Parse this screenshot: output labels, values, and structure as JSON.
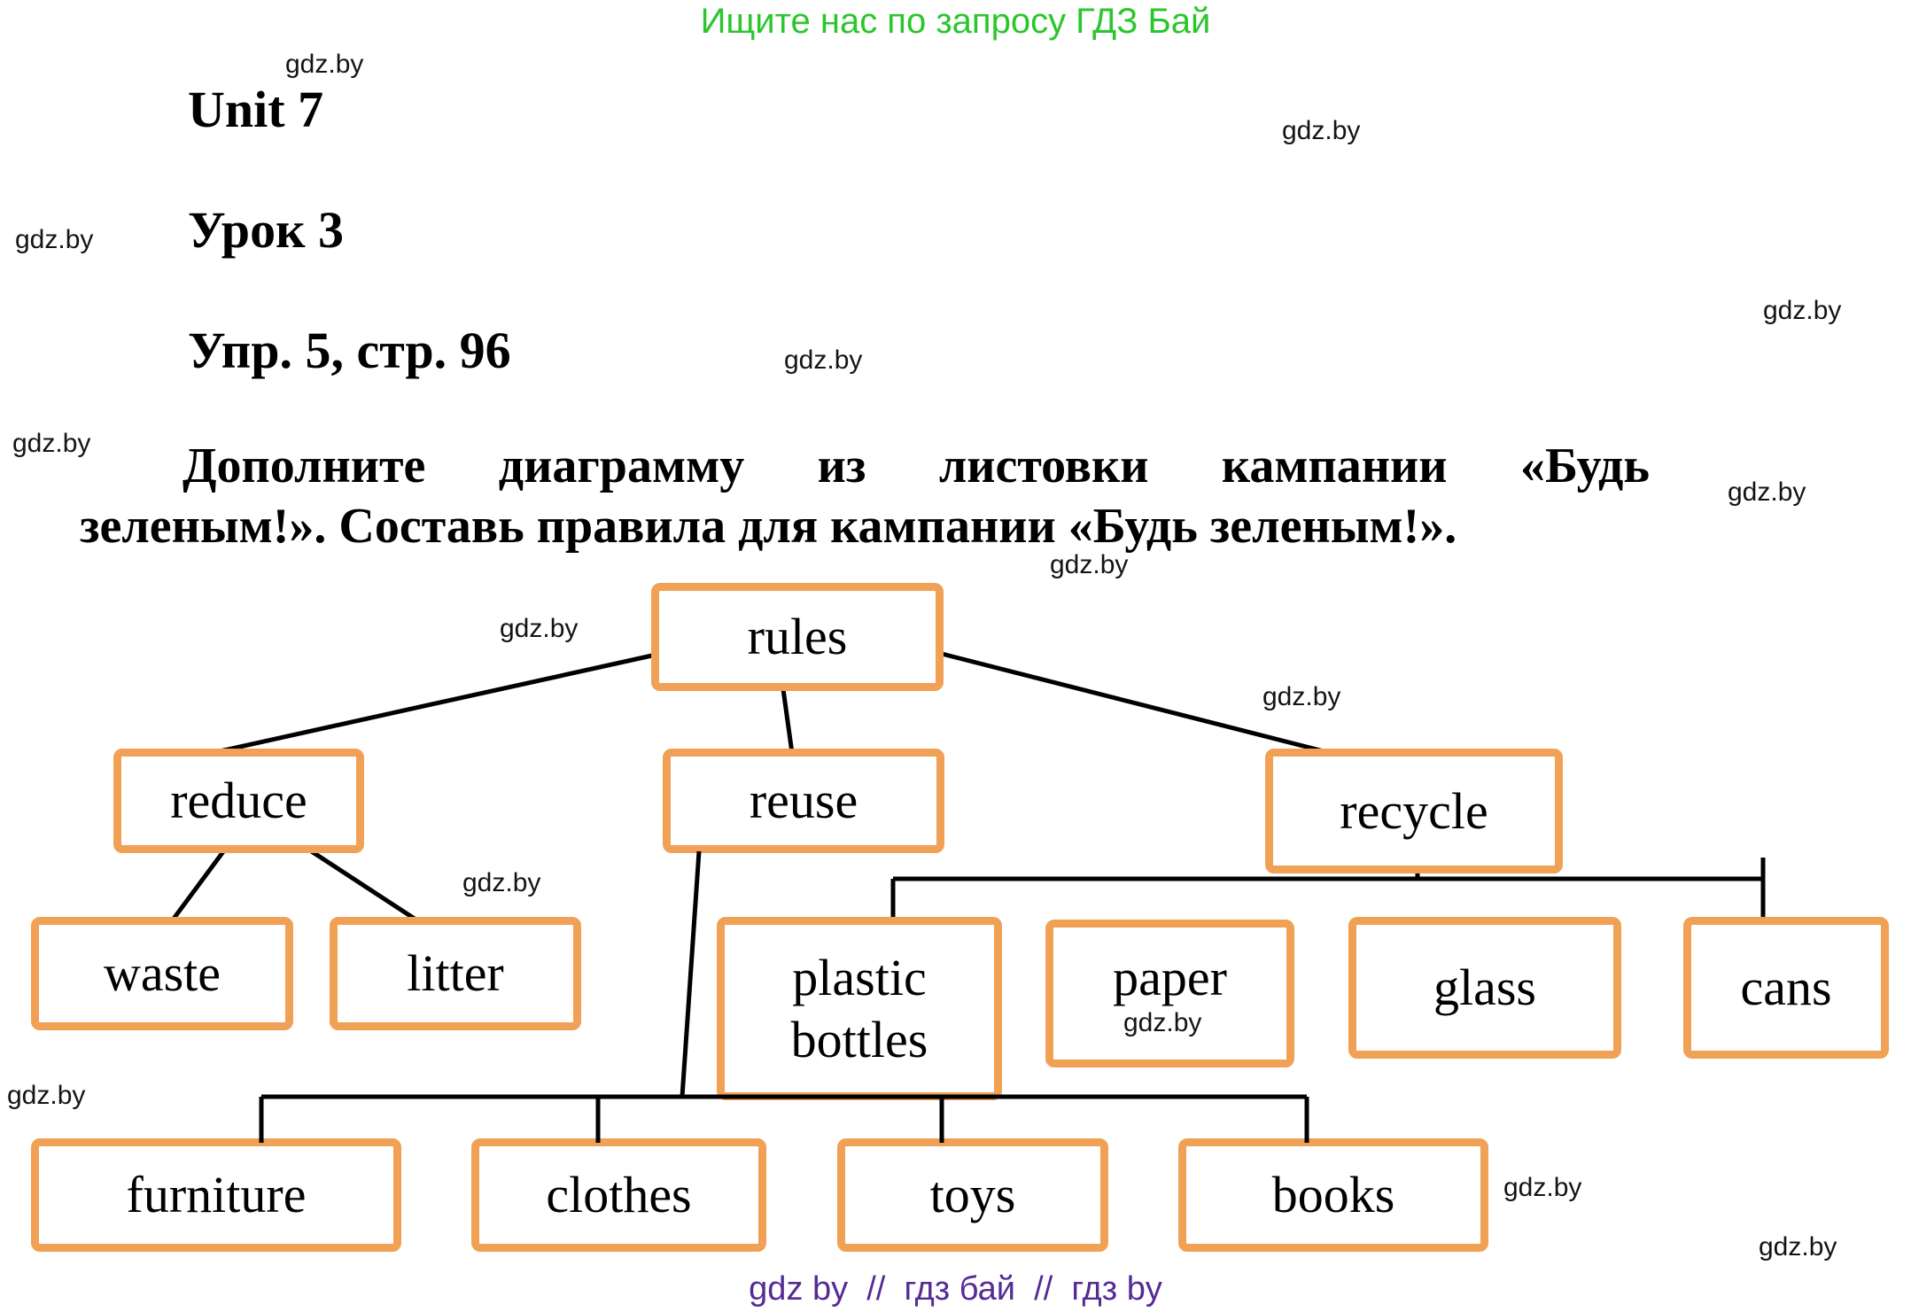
{
  "header": {
    "site_notice": "Ищите нас по запросу ГДЗ Бай",
    "unit": "Unit 7",
    "lesson": "Урок 3",
    "exercise": "Упр. 5, стр. 96"
  },
  "task": {
    "lines": [
      "Дополните диаграмму из листовки кампании «Будь",
      "зеленым!». Составь правила для кампании «Будь зеленым!»."
    ]
  },
  "watermark": "gdz.by",
  "footer": "gdz by  //  гдз бай  //  гдз by",
  "diagram": {
    "type": "tree",
    "root": {
      "label": "rules"
    },
    "branches": [
      {
        "label": "reduce",
        "children": [
          {
            "label": "waste"
          },
          {
            "label": "litter"
          }
        ]
      },
      {
        "label": "reuse",
        "children": [
          {
            "label": "furniture"
          },
          {
            "label": "clothes"
          },
          {
            "label": "toys"
          },
          {
            "label": "books"
          }
        ]
      },
      {
        "label": "recycle",
        "children": [
          {
            "label": "plastic bottles"
          },
          {
            "label": "paper"
          },
          {
            "label": "glass"
          },
          {
            "label": "cans"
          }
        ]
      }
    ]
  },
  "colors": {
    "box_border_orange": "#f0a155",
    "site_notice_green": "#2bc62b",
    "footer_purple": "#552b96",
    "line_black": "#000000"
  }
}
